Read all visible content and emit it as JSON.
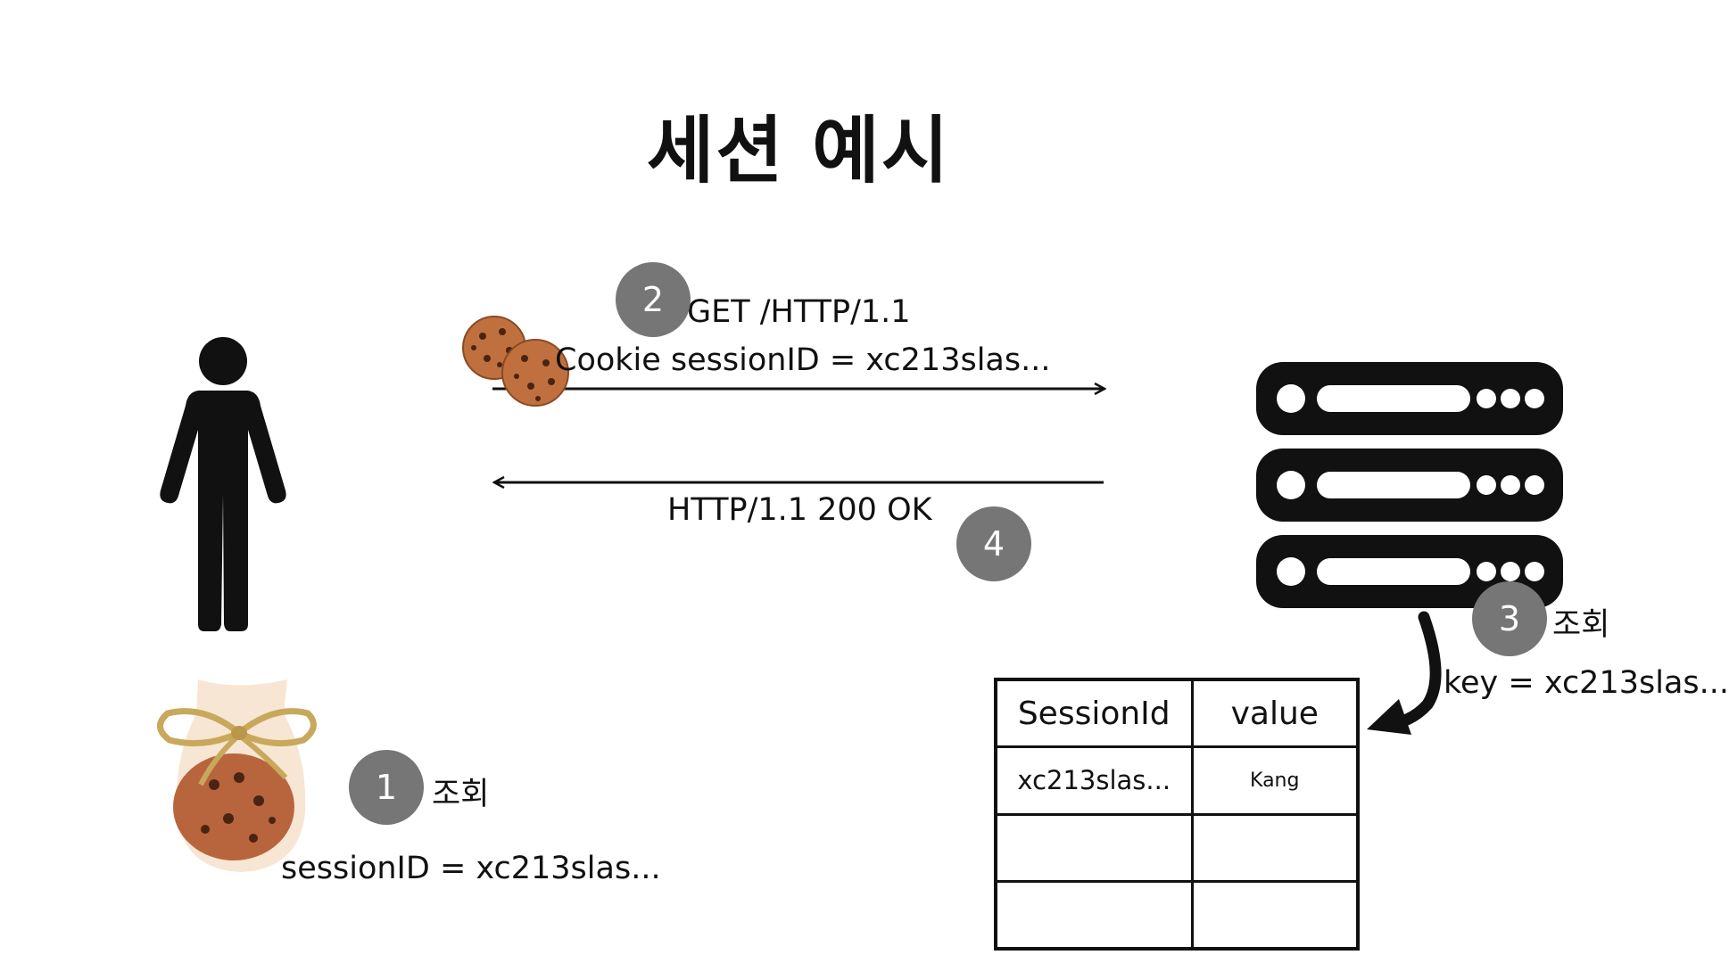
{
  "title": "세션 예시",
  "request": {
    "line1": "GET /HTTP/1.1",
    "line2": "Cookie sessionID = xc213slas..."
  },
  "response": {
    "line1": "HTTP/1.1 200 OK"
  },
  "steps": [
    "1",
    "2",
    "3",
    "4"
  ],
  "client_lookup": {
    "label": "조회",
    "detail": "sessionID = xc213slas..."
  },
  "server_lookup": {
    "label": "조회",
    "detail": "key = xc213slas..."
  },
  "session_table": {
    "headers": [
      "SessionId",
      "value"
    ],
    "rows": [
      [
        "xc213slas...",
        "Kang"
      ],
      [
        "",
        ""
      ],
      [
        "",
        ""
      ]
    ]
  },
  "icons": [
    "person-icon",
    "cookie-pair-icon",
    "cookie-bag-icon",
    "server-stack-icon",
    "curved-arrow-icon"
  ],
  "colors": {
    "step_badge": "#767676",
    "cookie": "#c0703e",
    "cookie_chip": "#4a2412",
    "ribbon": "#c8a85a",
    "bag": "#f7e6d3",
    "ink": "#111111"
  }
}
